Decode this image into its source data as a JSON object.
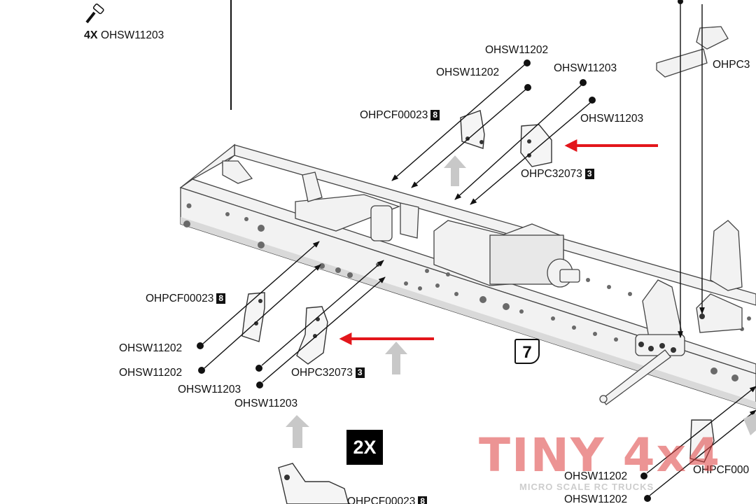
{
  "hardware": {
    "quantity": "4X",
    "code": "OHSW11203"
  },
  "labels": {
    "top_sw11202_a": "OHSW11202",
    "top_sw11202_b": "OHSW11202",
    "top_sw11203_a": "OHSW11203",
    "top_sw11203_b": "OHSW11203",
    "top_pcf": "OHPCF00023",
    "top_pcf_badge": "8",
    "top_pc": "OHPC32073",
    "top_pc_badge": "3",
    "right_pc_partial": "OHPC3",
    "left_pcf": "OHPCF00023",
    "left_pcf_badge": "8",
    "left_sw11202_a": "OHSW11202",
    "left_sw11202_b": "OHSW11202",
    "left_sw11203_a": "OHSW11203",
    "left_sw11203_b": "OHSW11203",
    "left_pc": "OHPC32073",
    "left_pc_badge": "3",
    "bottom_pcf": "OHPCF00023",
    "bottom_pcf_badge": "8",
    "br_sw11202_a": "OHSW11202",
    "br_sw11202_b": "OHSW11202",
    "br_pcf_partial": "OHPCF000"
  },
  "step_number": "7",
  "multiplier": "2X",
  "watermark": {
    "title": "TINY 4x4",
    "subtitle": "MICRO SCALE RC TRUCKS"
  },
  "colors": {
    "callout_arrow": "#e3161b",
    "ink": "#111111",
    "part_fill": "#f2f2f2",
    "watermark": "#dc3c3c"
  }
}
